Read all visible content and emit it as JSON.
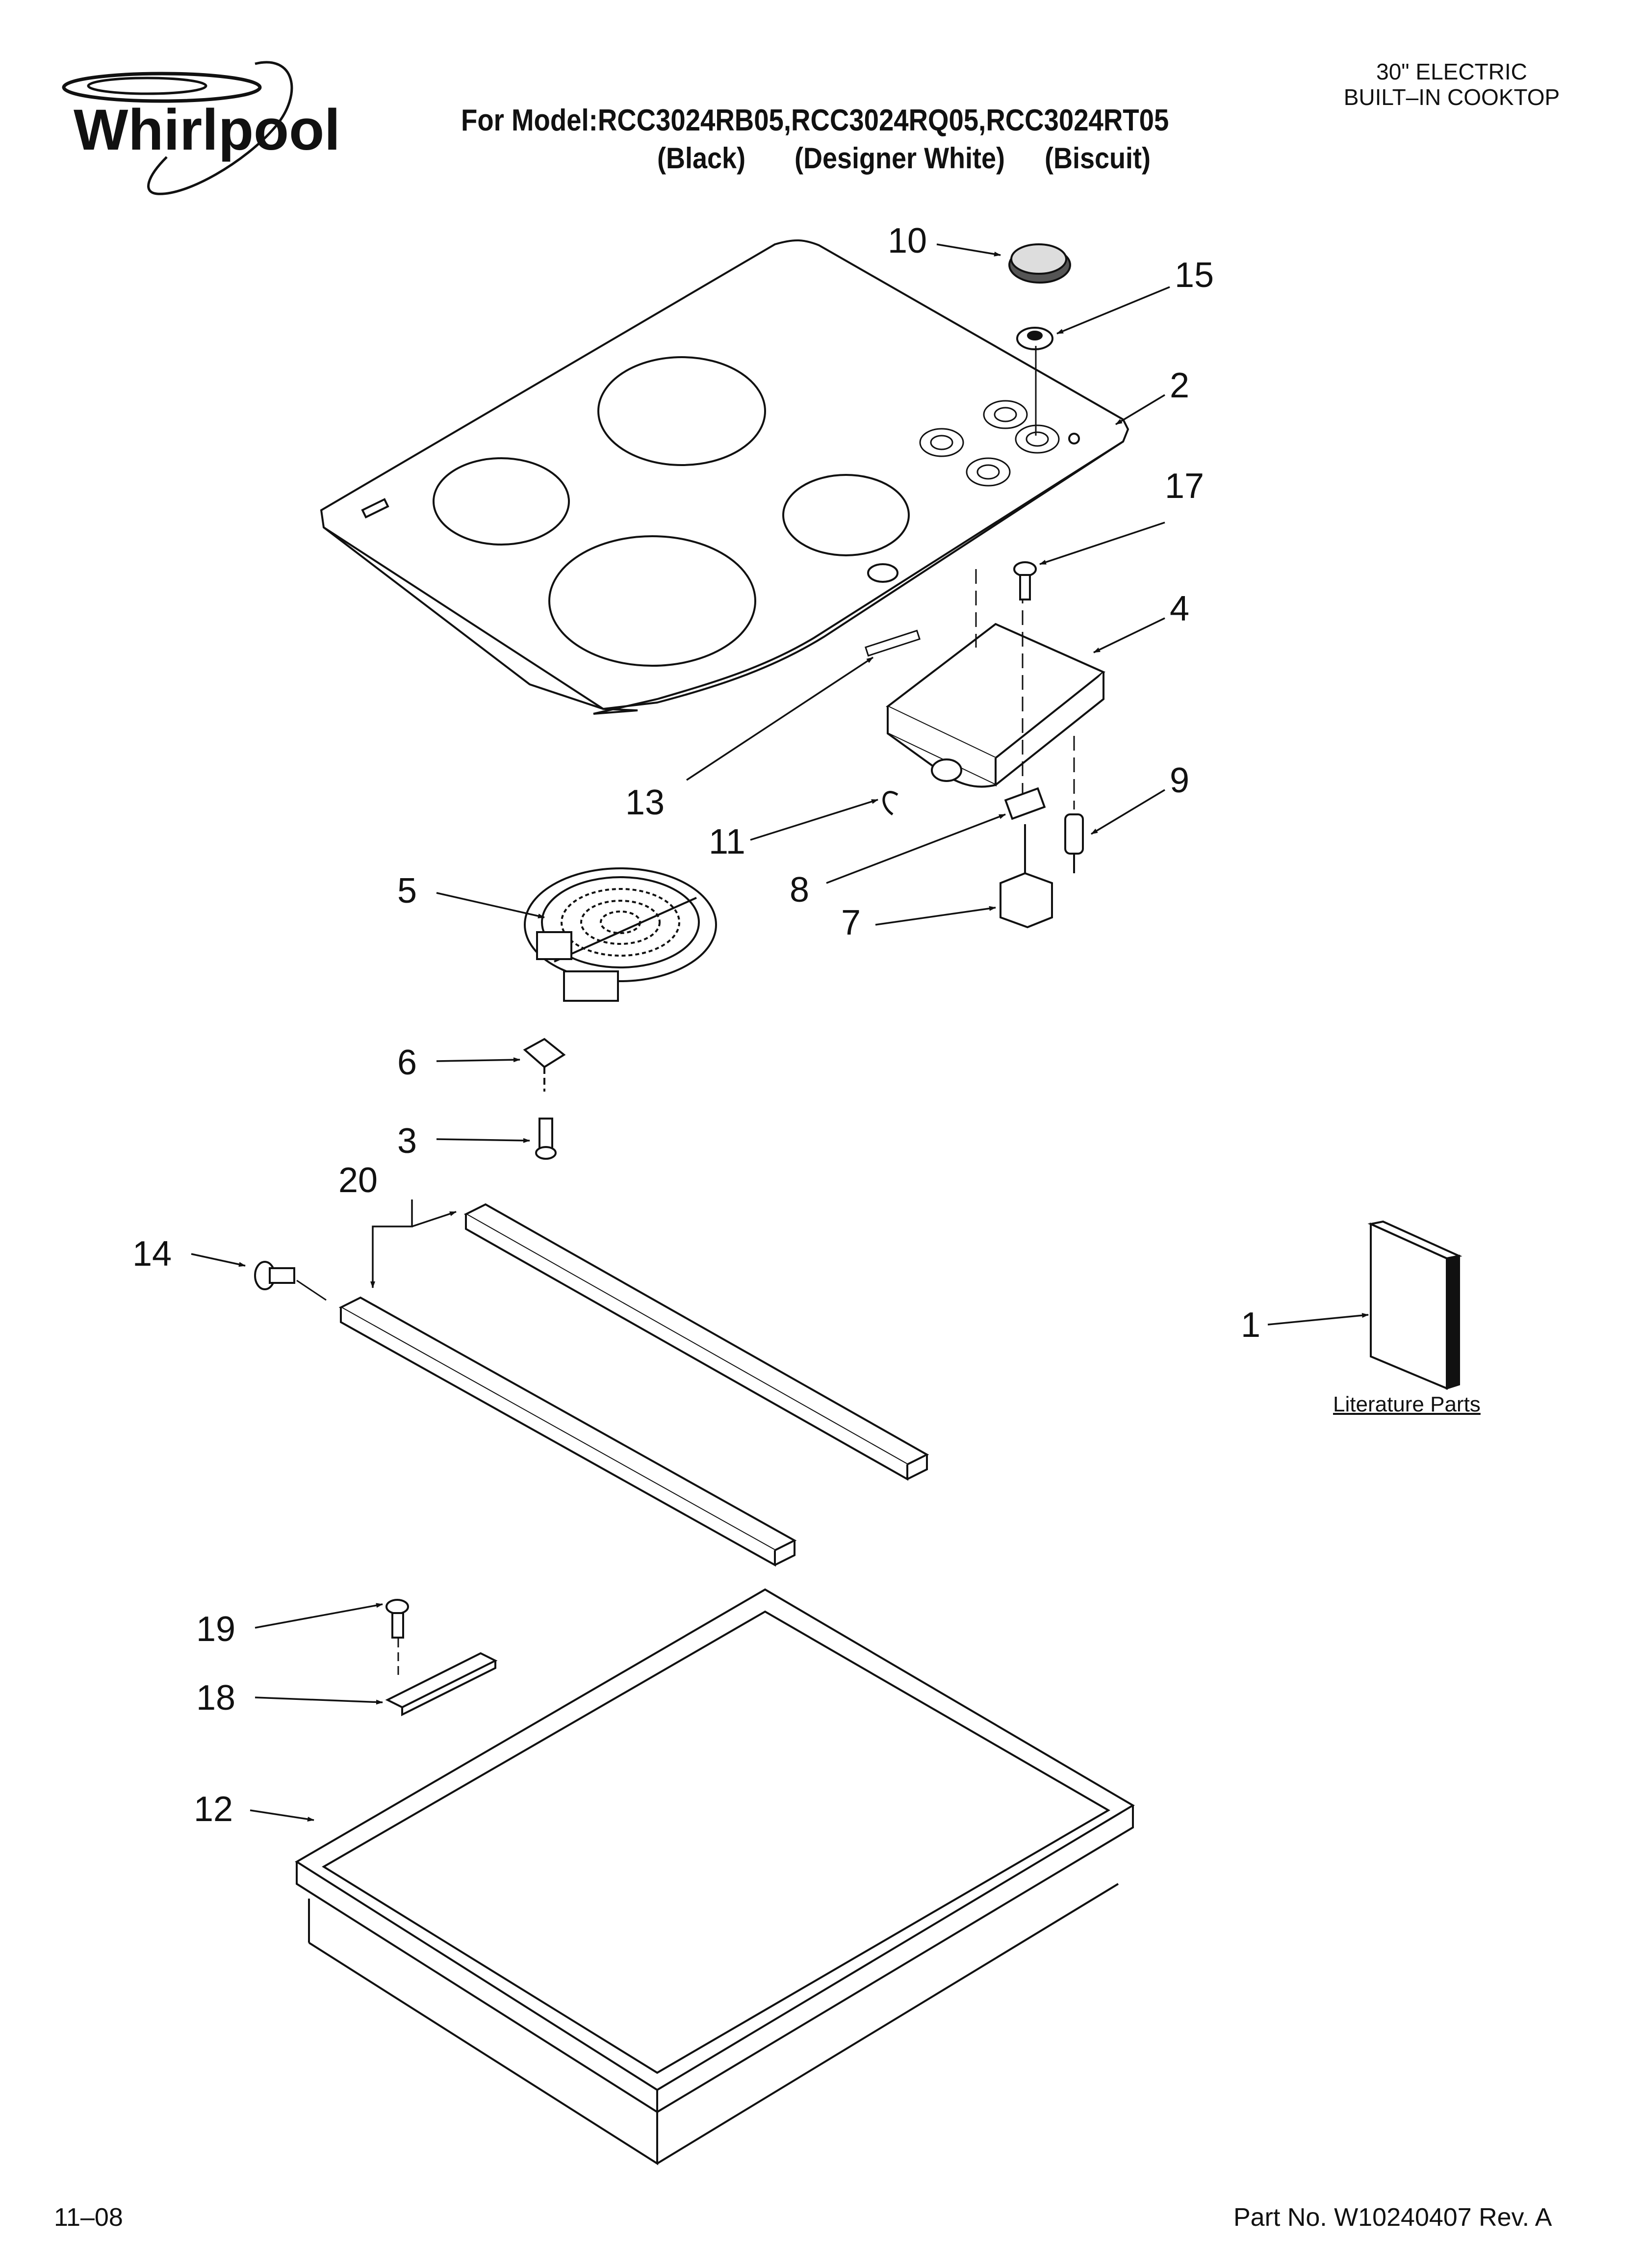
{
  "brand": {
    "name": "Whirlpool"
  },
  "header": {
    "model_line": "For Model:RCC3024RB05,RCC3024RQ05,RCC3024RT05",
    "variants": [
      "(Black)",
      "(Designer White)",
      "(Biscuit)"
    ],
    "product_line1": "30\" ELECTRIC",
    "product_line2": "BUILT–IN COOKTOP"
  },
  "callouts": [
    "10",
    "15",
    "2",
    "17",
    "4",
    "13",
    "11",
    "9",
    "5",
    "8",
    "7",
    "6",
    "3",
    "20",
    "14",
    "1",
    "19",
    "18",
    "12"
  ],
  "literature_label": "Literature Parts",
  "footer": {
    "date": "11–08",
    "part_number": "Part No. W10240407 Rev. A"
  }
}
